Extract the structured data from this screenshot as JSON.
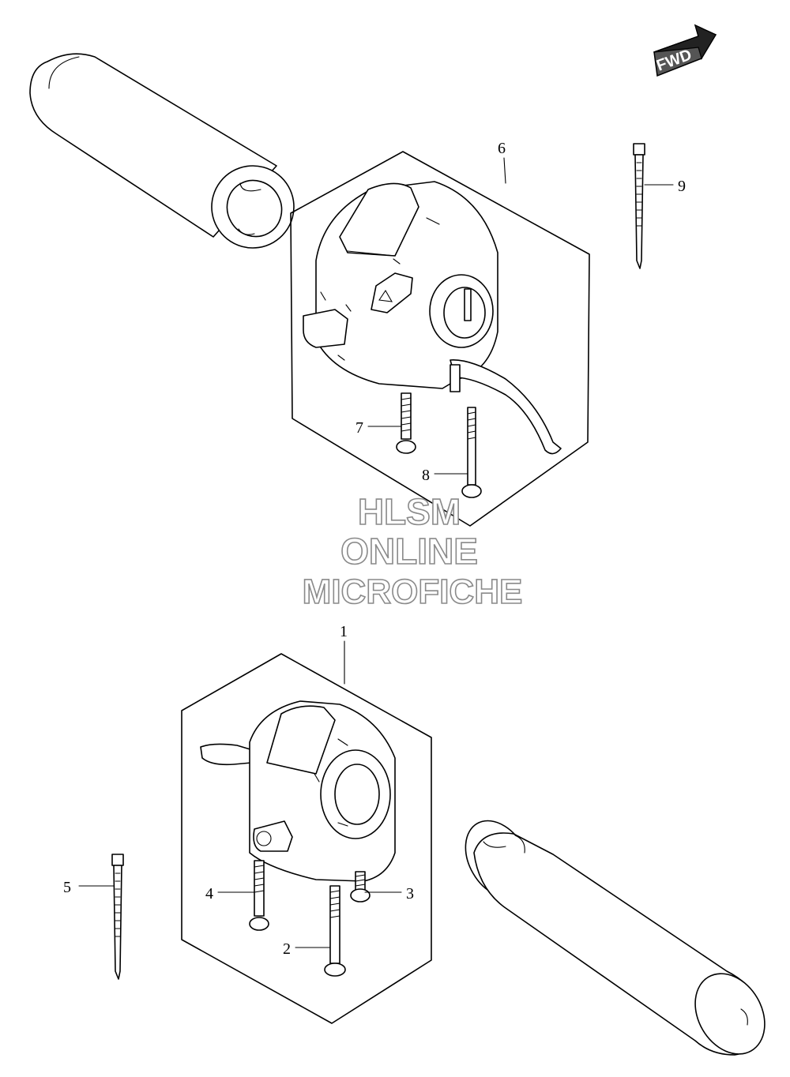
{
  "badge": {
    "label": "FWD"
  },
  "callouts": [
    {
      "id": "1",
      "label": "1"
    },
    {
      "id": "2",
      "label": "2"
    },
    {
      "id": "3",
      "label": "3"
    },
    {
      "id": "4",
      "label": "4"
    },
    {
      "id": "5",
      "label": "5"
    },
    {
      "id": "6",
      "label": "6"
    },
    {
      "id": "7",
      "label": "7"
    },
    {
      "id": "8",
      "label": "8"
    },
    {
      "id": "9",
      "label": "9"
    }
  ],
  "watermark": {
    "line1": "HLSM",
    "line2": "ONLINE",
    "line3": "MICROFICHE"
  },
  "colors": {
    "line": "#000000",
    "watermark_outline": "#8a8a8a",
    "background": "#ffffff"
  }
}
